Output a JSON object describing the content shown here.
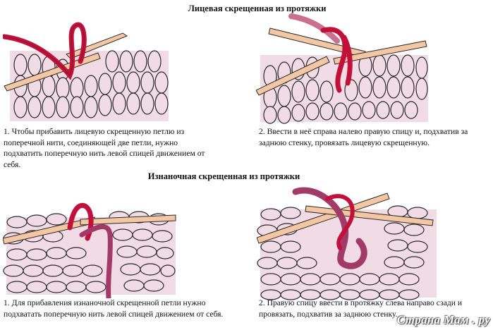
{
  "headings": {
    "knit": "Лицевая скрещенная из протяжки",
    "purl": "Изнаночная скрещенная из протяжки"
  },
  "steps": [
    {
      "text": "1. Чтобы прибавить лицевую скрещенную петлю из поперечной нити, соединяющей две петли, нужно подхватить поперечную нить левой спицей движением от себя."
    },
    {
      "text": "2. Ввести в неё справа налево правую спицу и, подхватив за заднюю стенку, провязать лицевую скрещенную."
    },
    {
      "text": "1. Для прибавления изнаночной скрещенной петли нужно подхватать поперечную нить левой спицей движением от себя."
    },
    {
      "text": "2. Правую спицу ввести в протяжку слева направо сзади и провязать, подхватив за заднюю стенку."
    }
  ],
  "watermark": "Страна Мам . ру",
  "colors": {
    "fabric": "#f1dbe4",
    "fabric_outline": "#2a2a2a",
    "needle": "#f3c7a4",
    "yarn_red": "#c2103a",
    "yarn_plum": "#a23a68",
    "yarn_mauve": "#c9708f"
  }
}
